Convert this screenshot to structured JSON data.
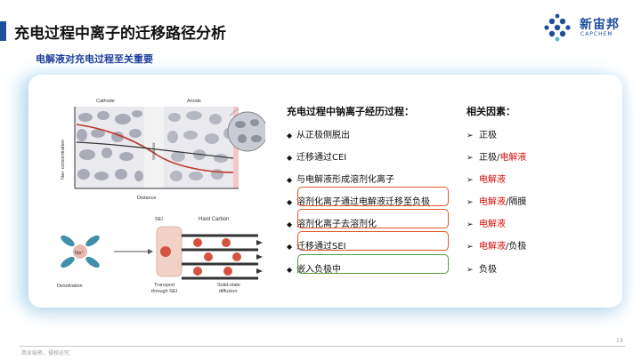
{
  "header": {
    "title": "充电过程中离子的迁移路径分析",
    "subtitle": "电解液对充电过程至关重要",
    "logo_text": "新宙邦",
    "logo_sub": "CAPCHEM"
  },
  "figure_top": {
    "cathode_label": "Cathode",
    "anode_label": "Anode",
    "separator_label": "Separator",
    "y_axis_label": "Na+ concentration",
    "x_axis_label": "Distance"
  },
  "figure_bottom": {
    "ion_label": "Na⁺",
    "sei_label": "SEI",
    "hard_carbon_label": "Hard Carbon",
    "desolvation_label": "Desolvation",
    "transport_label_1": "Transport",
    "transport_label_2": "through SEI",
    "diffusion_label_1": "Solid-state",
    "diffusion_label_2": "diffusion"
  },
  "process": {
    "heading": "充电过程中钠离子经历过程：",
    "steps": [
      "从正极侧脱出",
      "迁移通过CEI",
      "与电解液形成溶剂化离子",
      "溶剂化离子通过电解液迁移至负极",
      "溶剂化离子去溶剂化",
      "迁移通过SEI",
      "嵌入负极中"
    ]
  },
  "factors": {
    "heading": "相关因素：",
    "items": [
      {
        "black": "正极",
        "red": "",
        "tail": ""
      },
      {
        "black": "正极/",
        "red": "电解液",
        "tail": ""
      },
      {
        "black": "",
        "red": "电解液",
        "tail": ""
      },
      {
        "black": "",
        "red": "电解液",
        "tail": "/隔膜"
      },
      {
        "black": "",
        "red": "电解液",
        "tail": ""
      },
      {
        "black": "",
        "red": "电解液",
        "tail": "/负极"
      },
      {
        "black": "负极",
        "red": "",
        "tail": ""
      }
    ]
  },
  "colors": {
    "accent_blue": "#1f4e9c",
    "highlight_red": "#d01010",
    "box_orange": "#e05a2a",
    "box_green": "#4f9b3a"
  },
  "footer": {
    "text": "商业秘密，侵权必究",
    "page_number": "13"
  }
}
